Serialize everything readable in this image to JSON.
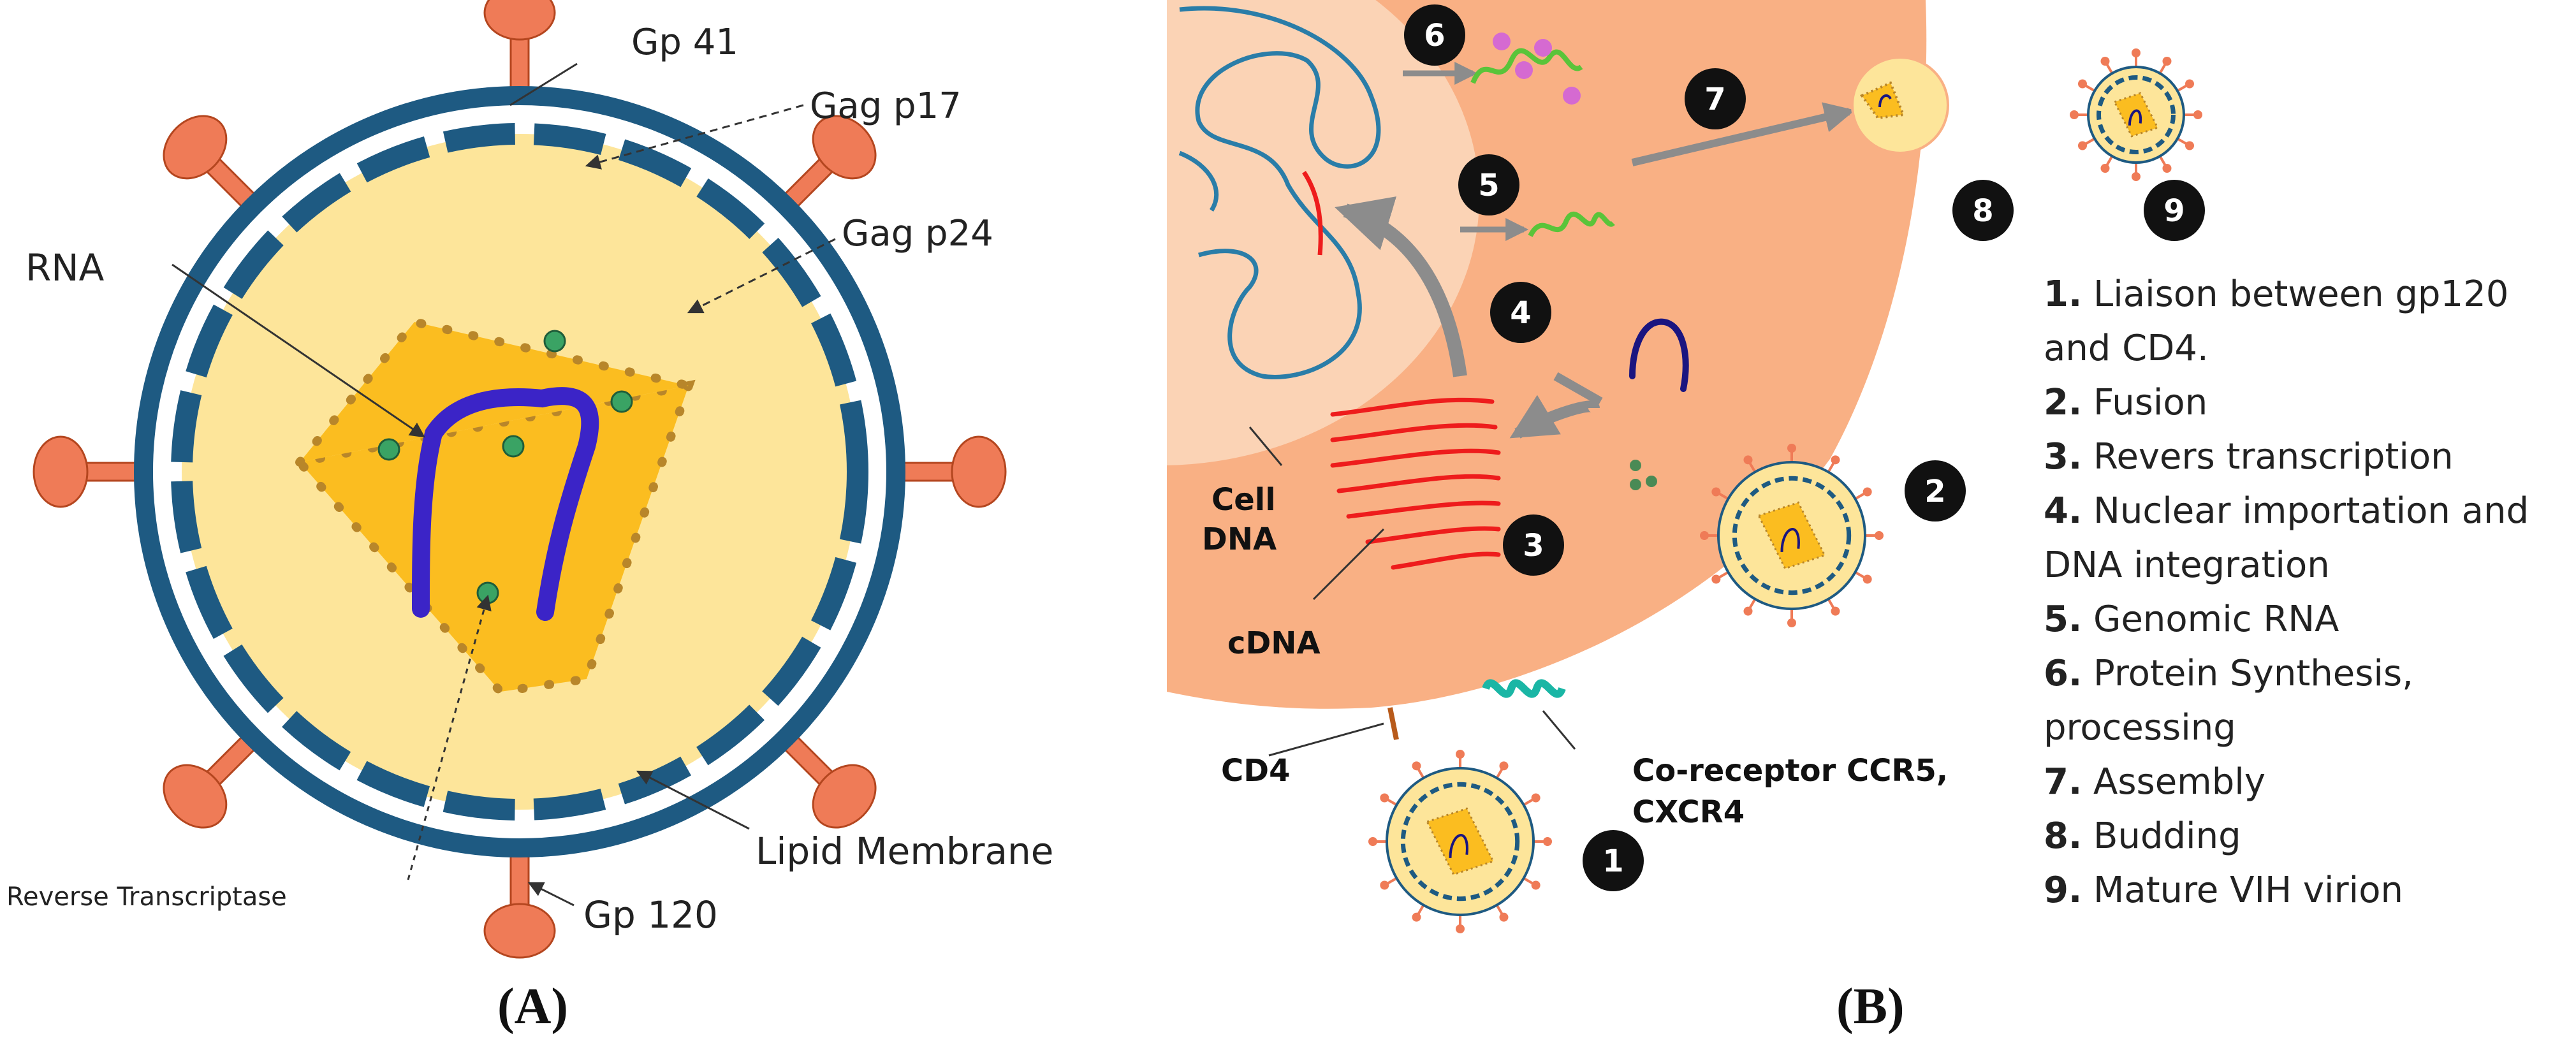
{
  "panel_a": {
    "caption": "(A)",
    "labels": {
      "gp41": "Gp 41",
      "gag_p17": "Gag p17",
      "gag_p24": "Gag p24",
      "rna": "RNA",
      "lipid_membrane": "Lipid Membrane",
      "reverse_transcriptase": "Reverse Transcriptase",
      "gp120": "Gp 120"
    }
  },
  "panel_b": {
    "caption": "(B)",
    "labels": {
      "cell_dna_line1": "Cell",
      "cell_dna_line2": "DNA",
      "cdna": "cDNA",
      "cd4": "CD4",
      "coreceptor_line1": "Co-receptor CCR5,",
      "coreceptor_line2": "CXCR4"
    },
    "step_badges": [
      "1",
      "2",
      "3",
      "4",
      "5",
      "6",
      "7",
      "8",
      "9"
    ],
    "legend": [
      {
        "num": "1.",
        "line1": " Liaison between gp120",
        "line2": "and CD4."
      },
      {
        "num": "2.",
        "line1": " Fusion",
        "line2": ""
      },
      {
        "num": "3.",
        "line1": " Revers transcription",
        "line2": ""
      },
      {
        "num": "4.",
        "line1": " Nuclear importation and",
        "line2": "DNA integration"
      },
      {
        "num": "5.",
        "line1": " Genomic RNA",
        "line2": ""
      },
      {
        "num": "6.",
        "line1": " Protein Synthesis,",
        "line2": "processing"
      },
      {
        "num": "7.",
        "line1": " Assembly",
        "line2": ""
      },
      {
        "num": "8.",
        "line1": " Budding",
        "line2": ""
      },
      {
        "num": "9.",
        "line1": " Mature VIH virion",
        "line2": ""
      }
    ]
  },
  "colors": {
    "membrane": "#1e5a82",
    "capsid_fill": "#fde59a",
    "core": "#fbbd20",
    "spike": "#ef7b57",
    "rna": "#3b24c7",
    "cell": "#f9b084",
    "nucleus": "#fbd3b5",
    "cdna": "#ee1c1c",
    "coreceptor": "#1ab6a5"
  }
}
